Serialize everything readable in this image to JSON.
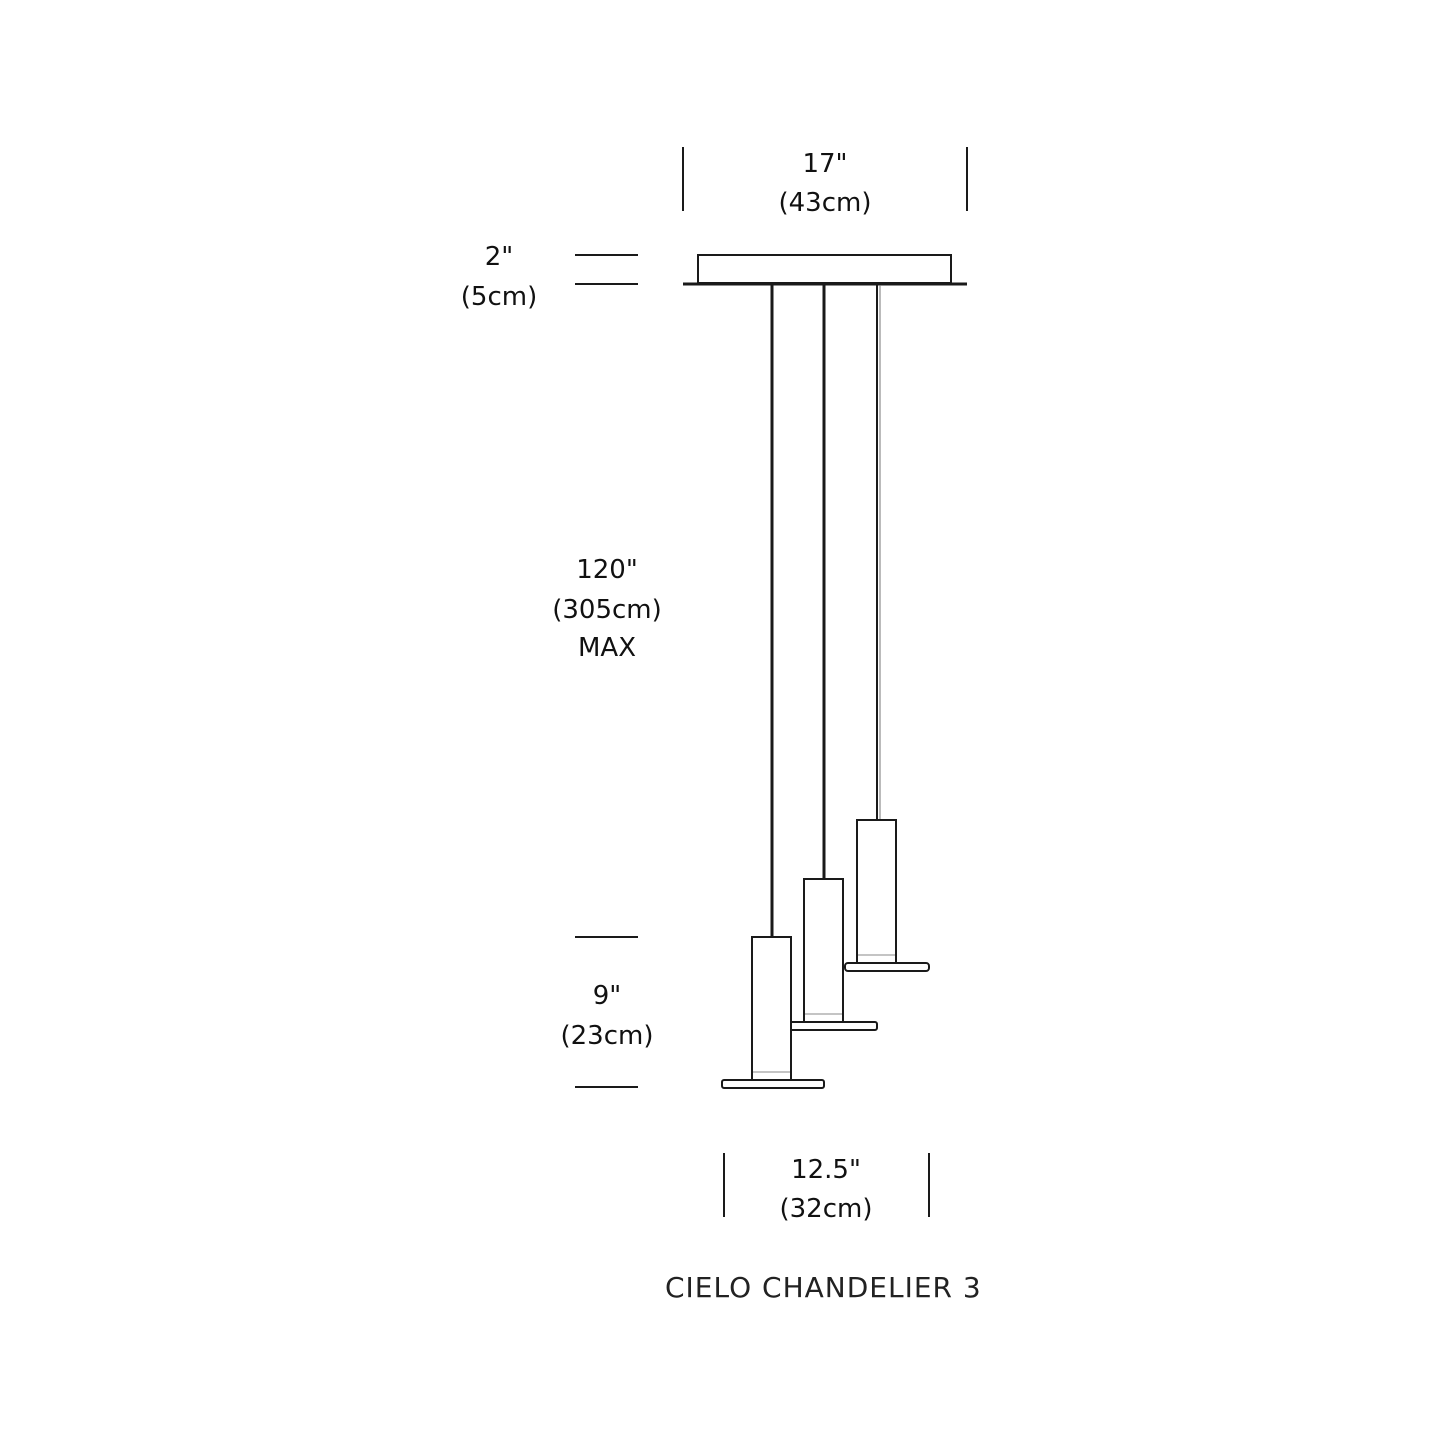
{
  "colors": {
    "line": "#1a1a1a",
    "text": "#111111",
    "background": "#ffffff"
  },
  "dimensions": {
    "top_width": {
      "imperial": "17\"",
      "metric": "(43cm)"
    },
    "canopy_height": {
      "imperial": "2\"",
      "metric": "(5cm)"
    },
    "cable_length": {
      "imperial": "120\"",
      "metric": "(305cm)",
      "note": "MAX"
    },
    "pendant_height": {
      "imperial": "9\"",
      "metric": "(23cm)"
    },
    "bottom_width": {
      "imperial": "12.5\"",
      "metric": "(32cm)"
    }
  },
  "title": "CIELO CHANDELIER 3"
}
